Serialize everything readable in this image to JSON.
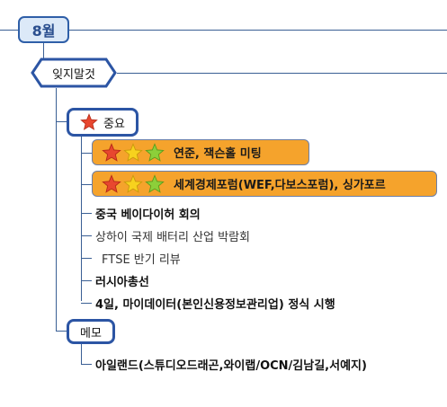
{
  "root": {
    "label": "8월"
  },
  "branch": {
    "label": "잊지말것"
  },
  "important": {
    "label": "중요",
    "icon": "red-star-icon",
    "highlighted": [
      {
        "text": "연준, 잭슨홀 미팅",
        "icons": [
          "red-star-icon",
          "yellow-star-icon",
          "green-star-icon"
        ]
      },
      {
        "text": "세계경제포럼(WEF,다보스포럼),  싱가포르",
        "icons": [
          "red-star-icon",
          "yellow-star-icon",
          "green-star-icon"
        ]
      }
    ],
    "items": [
      {
        "text": "중국  베이다이허  회의",
        "weight": "bold"
      },
      {
        "text": "상하이  국제  배터리  산업  박람회",
        "weight": "normal"
      },
      {
        "text": "FTSE  반기  리뷰",
        "weight": "normal"
      },
      {
        "text": "러시아총선",
        "weight": "bold"
      },
      {
        "text": "4일,  마이데이터(본인신용정보관리업)  정식  시행",
        "weight": "bold"
      }
    ]
  },
  "memo": {
    "label": "메모",
    "items": [
      {
        "text": "아일랜드(스튜디오드래곤,와이랩/OCN/김남길,서예지)",
        "weight": "bold"
      }
    ]
  },
  "colors": {
    "line": "#3a5f94",
    "box_border": "#2c55a4",
    "highlight_fill": "#f5a32c",
    "root_fill": "#dce9f8"
  }
}
